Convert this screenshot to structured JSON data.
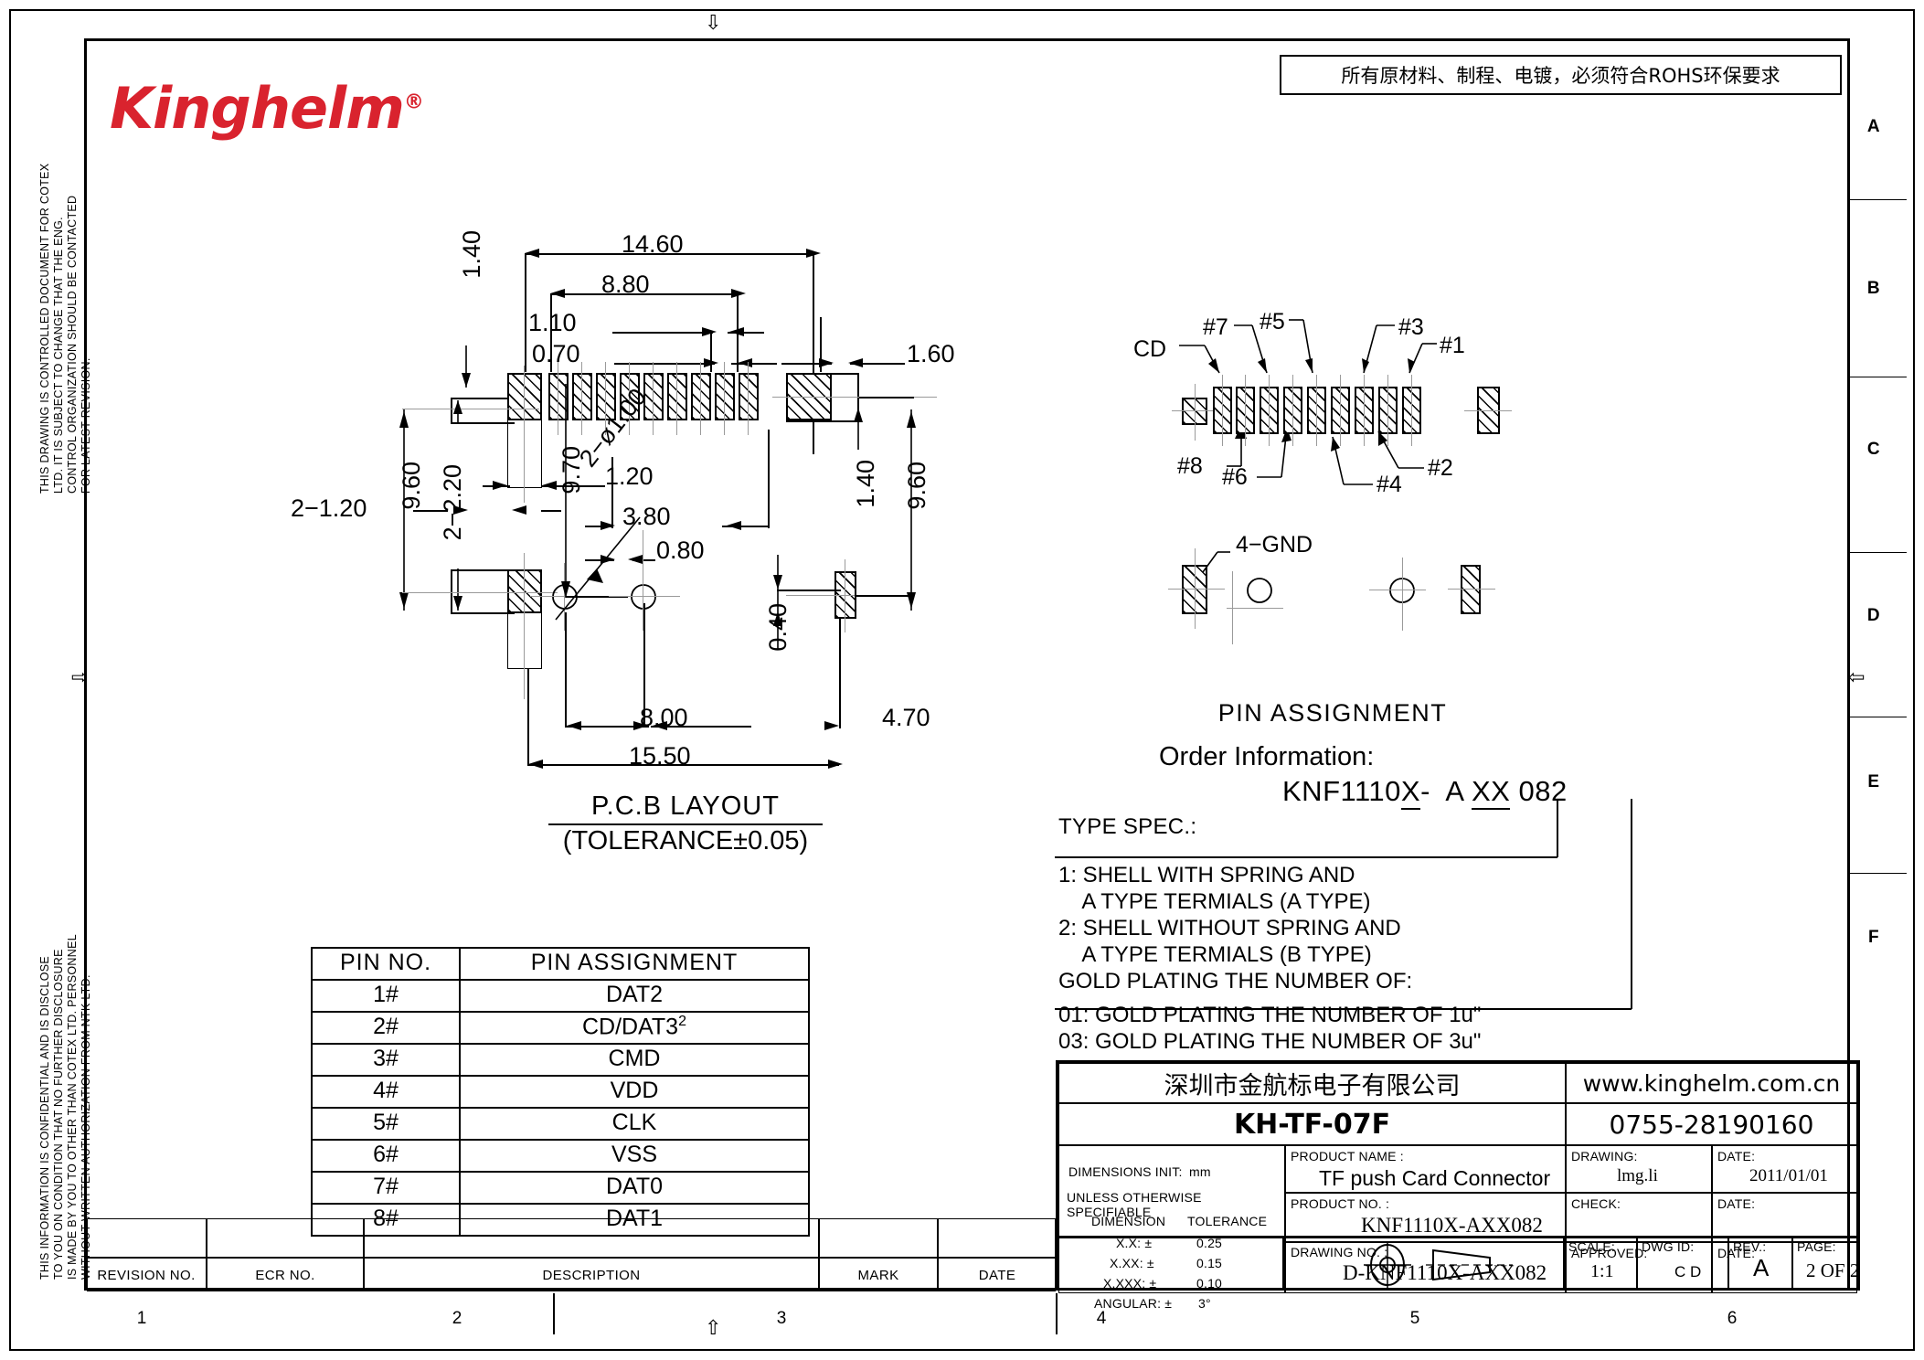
{
  "sheet": {
    "rohs_note": "所有原材料、制程、电镀，必须符合ROHS环保要求",
    "logo_text": "Kinghelm",
    "logo_mark": "®",
    "zone_letters": [
      "A",
      "B",
      "C",
      "D",
      "E",
      "F"
    ],
    "zone_numbers": [
      "1",
      "2",
      "3",
      "4",
      "5",
      "6"
    ]
  },
  "notes": {
    "top_left": "THIS DRAWING IS CONTROLLED DOCUMENT FOR COTEX\nLTD. IT IS SUBJECT TO CHANGE THAT THE ENG.\nCONTROL ORGANIZATION SHOULD BE CONTACTED\nFOR LATEST REVISION.",
    "bottom_left": "THIS INFORMATION IS CONFIDENTIAL AND IS DISCLOSE\nTO YOU ON CONDITION THAT NO FURTHER DISCLOSURE\nIS MADE BY YOU TO OTHER THAN COTEX LTD. PERSONNEL\nWITHOUT WRITTEN AUTHORIZATION FROM NTK LTD."
  },
  "pcb_layout": {
    "caption_line1": "P.C.B  LAYOUT",
    "caption_line2": "(TOLERANCE±0.05)",
    "dimensions": {
      "overall_top": "14.60",
      "pad_span": "8.80",
      "pad_pitch": "1.10",
      "pad_width": "0.70",
      "right_pad_w": "1.60",
      "left_tab_h": "1.40",
      "left_tab_w": "1.20",
      "height_left": "9.60",
      "height_right": "9.60",
      "tab_pair": "2−2.20",
      "tab_pair_w": "2−1.20",
      "holes": "2−ø1.00",
      "hole_y": "9.70",
      "from_hole_x": "3.80",
      "small_gap": "0.80",
      "small_off": "0.40",
      "right_tab_h": "1.40",
      "hole_pitch": "8.00",
      "right_edge": "4.70",
      "overall_bottom": "15.50"
    }
  },
  "pin_assignment_diagram": {
    "caption": "PIN  ASSIGNMENT",
    "labels_top": [
      "CD",
      "#7",
      "#5",
      "#3",
      "#1"
    ],
    "labels_bottom": [
      "#8",
      "#6",
      "#4",
      "#2"
    ],
    "gnd_label": "4−GND"
  },
  "pin_table": {
    "headers": [
      "PIN  NO.",
      "PIN  ASSIGNMENT"
    ],
    "rows": [
      {
        "no": "1#",
        "assignment": "DAT2",
        "sup": ""
      },
      {
        "no": "2#",
        "assignment": "CD/DAT3",
        "sup": "2"
      },
      {
        "no": "3#",
        "assignment": "CMD",
        "sup": ""
      },
      {
        "no": "4#",
        "assignment": "VDD",
        "sup": ""
      },
      {
        "no": "5#",
        "assignment": "CLK",
        "sup": ""
      },
      {
        "no": "6#",
        "assignment": "VSS",
        "sup": ""
      },
      {
        "no": "7#",
        "assignment": "DAT0",
        "sup": ""
      },
      {
        "no": "8#",
        "assignment": "DAT1",
        "sup": ""
      }
    ]
  },
  "order_information": {
    "title": "Order Information:",
    "code_prefix": "KNF1110",
    "code_x": "X",
    "code_dash": "-",
    "code_a": "A",
    "code_xx": "XX",
    "code_suffix": "082",
    "type_spec_header": "TYPE SPEC.:",
    "type_spec_lines": [
      "1: SHELL WITH SPRING AND",
      "    A TYPE TERMIALS (A TYPE)",
      "2: SHELL WITHOUT SPRING AND",
      "    A TYPE TERMIALS (B TYPE)"
    ],
    "gold_header": "GOLD PLATING THE NUMBER OF:",
    "gold_lines": [
      "01: GOLD PLATING THE NUMBER OF 1u\"",
      "03: GOLD PLATING THE NUMBER OF 3u\""
    ]
  },
  "title_block": {
    "company": "深圳市金航标电子有限公司",
    "website": "www.kinghelm.com.cn",
    "model": "KH-TF-07F",
    "phone": "0755-28190160",
    "dimensions_init_label": "DIMENSIONS INIT:",
    "dimensions_init_value": "mm",
    "unless_label": "UNLESS OTHERWISE SPECIFIABLE",
    "dimension_col": "DIMENSION",
    "tolerance_col": "TOLERANCE",
    "tolerances": [
      {
        "dim": "X.X: ±",
        "tol": "0.25"
      },
      {
        "dim": "X.XX: ±",
        "tol": "0.15"
      },
      {
        "dim": "X.XXX: ±",
        "tol": "0.10"
      },
      {
        "dim": "ANGULAR: ±",
        "tol": "3°"
      }
    ],
    "product_name_label": "PRODUCT NAME :",
    "product_name_value": "TF push Card  Connector",
    "product_no_label": "PRODUCT NO. :",
    "product_no_value": "KNF1110X-AXX082",
    "drawing_no_label": "DRAWING NO. :",
    "drawing_no_value": "D-KNF1110X-AXX082",
    "drawing_label": "DRAWING:",
    "drawing_value": "lmg.li",
    "date_label_1": "DATE:",
    "date_value_1": "2011/01/01",
    "check_label": "CHECK:",
    "check_value": "",
    "date_label_2": "DATE:",
    "date_value_2": "",
    "approved_label": "APPROVED:",
    "approved_value": "",
    "date_label_3": "DATE:",
    "date_value_3": "",
    "scale_label": "SCALE:",
    "scale_value": "1:1",
    "dwgid_label": "DWG  ID:",
    "dwgid_value": "C D",
    "rev_label": "REV.:",
    "rev_value": "A",
    "page_label": "PAGE:",
    "page_value": "2 OF 2"
  },
  "revision_block": {
    "headers": [
      "REVISION NO.",
      "ECR NO.",
      "DESCRIPTION",
      "MARK",
      "DATE"
    ],
    "rows": [
      {
        "revision_no": "",
        "ecr_no": "",
        "description": "",
        "mark": "",
        "date": ""
      }
    ]
  }
}
